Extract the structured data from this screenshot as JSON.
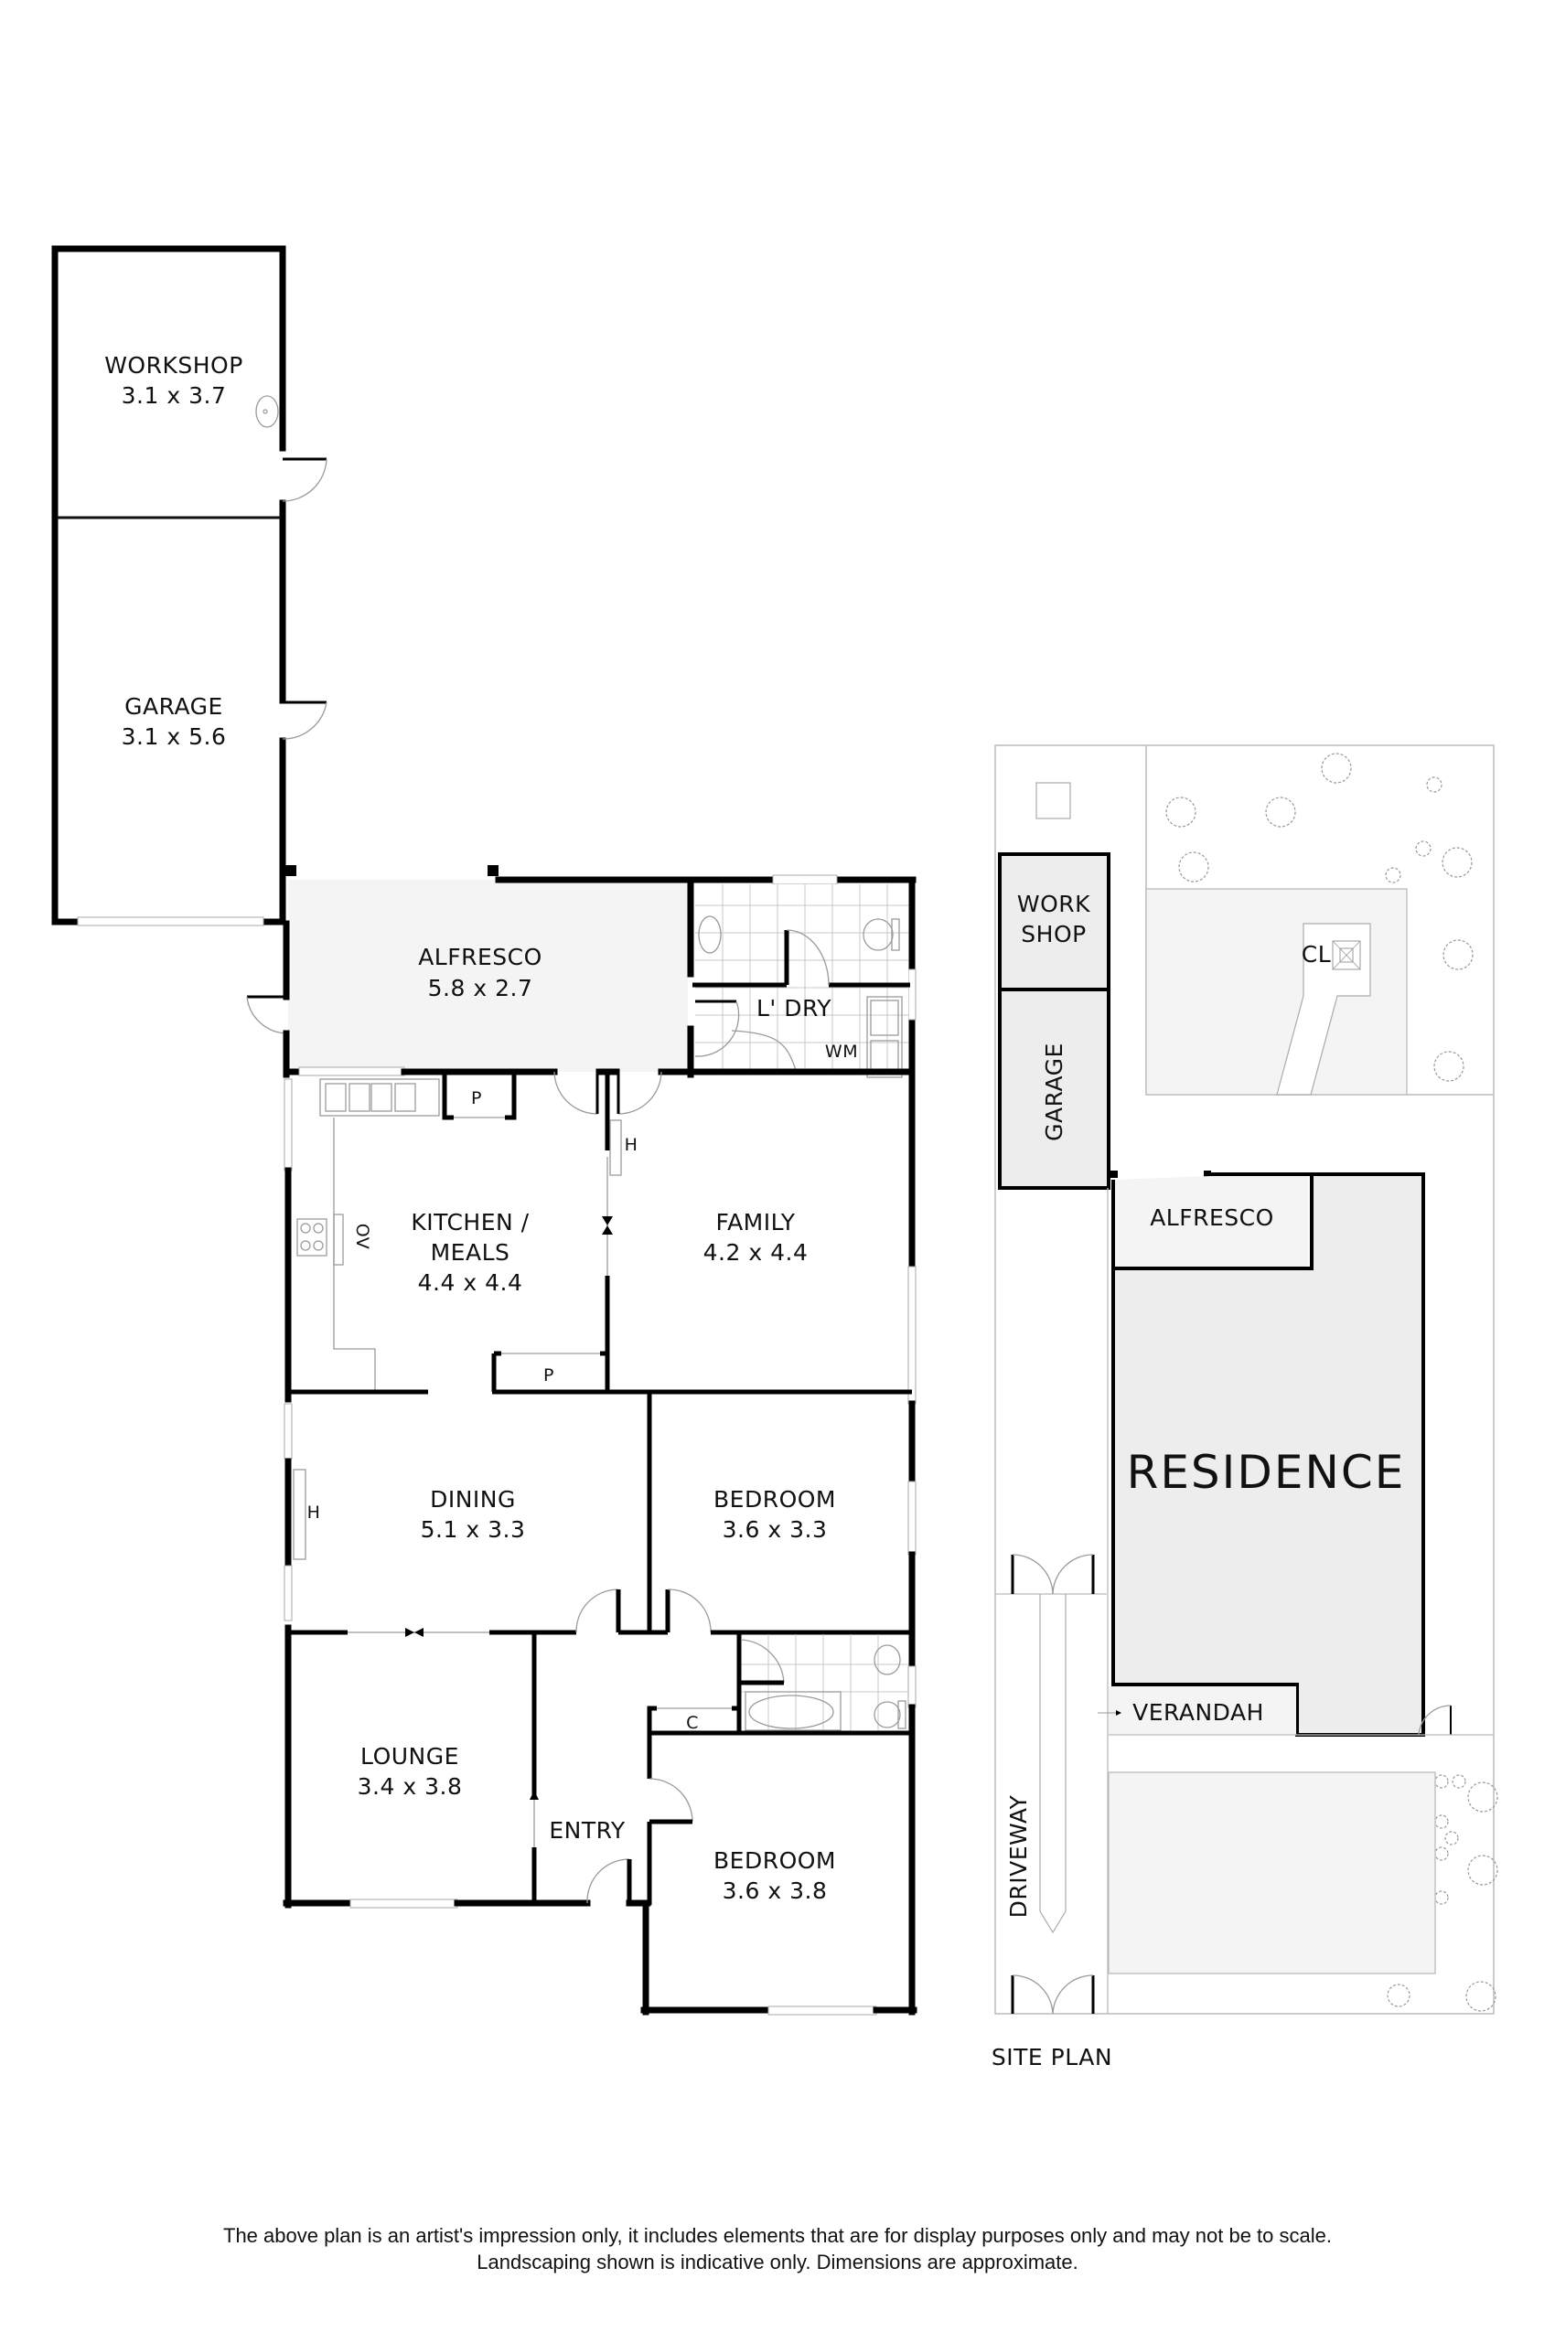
{
  "floor_plan": {
    "rooms": [
      {
        "id": "workshop",
        "name": "WORKSHOP",
        "dims": "3.1 x 3.7"
      },
      {
        "id": "garage",
        "name": "GARAGE",
        "dims": "3.1 x 5.6"
      },
      {
        "id": "alfresco",
        "name": "ALFRESCO",
        "dims": "5.8 x 2.7"
      },
      {
        "id": "laundry",
        "name": "L' DRY",
        "dims": ""
      },
      {
        "id": "kitchen",
        "name_line1": "KITCHEN /",
        "name_line2": "MEALS",
        "dims": "4.4 x 4.4"
      },
      {
        "id": "family",
        "name": "FAMILY",
        "dims": "4.2 x 4.4"
      },
      {
        "id": "dining",
        "name": "DINING",
        "dims": "5.1 x 3.3"
      },
      {
        "id": "bedroom1",
        "name": "BEDROOM",
        "dims": "3.6 x 3.3"
      },
      {
        "id": "lounge",
        "name": "LOUNGE",
        "dims": "3.4 x 3.8"
      },
      {
        "id": "entry",
        "name": "ENTRY",
        "dims": ""
      },
      {
        "id": "bedroom2",
        "name": "BEDROOM",
        "dims": "3.6 x 3.8"
      }
    ],
    "fixture_labels": {
      "wm": "WM",
      "pantry1": "P",
      "pantry2": "P",
      "heater1": "H",
      "heater2": "H",
      "oven": "OV",
      "cupboard": "C"
    }
  },
  "site_plan": {
    "title": "SITE PLAN",
    "labels": {
      "workshop_line1": "WORK",
      "workshop_line2": "SHOP",
      "garage": "GARAGE",
      "alfresco": "ALFRESCO",
      "residence": "RESIDENCE",
      "verandah": "VERANDAH",
      "driveway": "DRIVEWAY",
      "clothesline": "CL"
    }
  },
  "disclaimer": {
    "line1": "The above plan is an artist's impression only, it includes elements that are for display purposes only and may not be to scale.",
    "line2": "Landscaping shown is indicative only. Dimensions are approximate."
  },
  "colors": {
    "wall": "#000000",
    "covered_area_fill": "#f4f4f4",
    "residence_fill": "#ededed",
    "fixture_line": "#9a9a9a"
  }
}
